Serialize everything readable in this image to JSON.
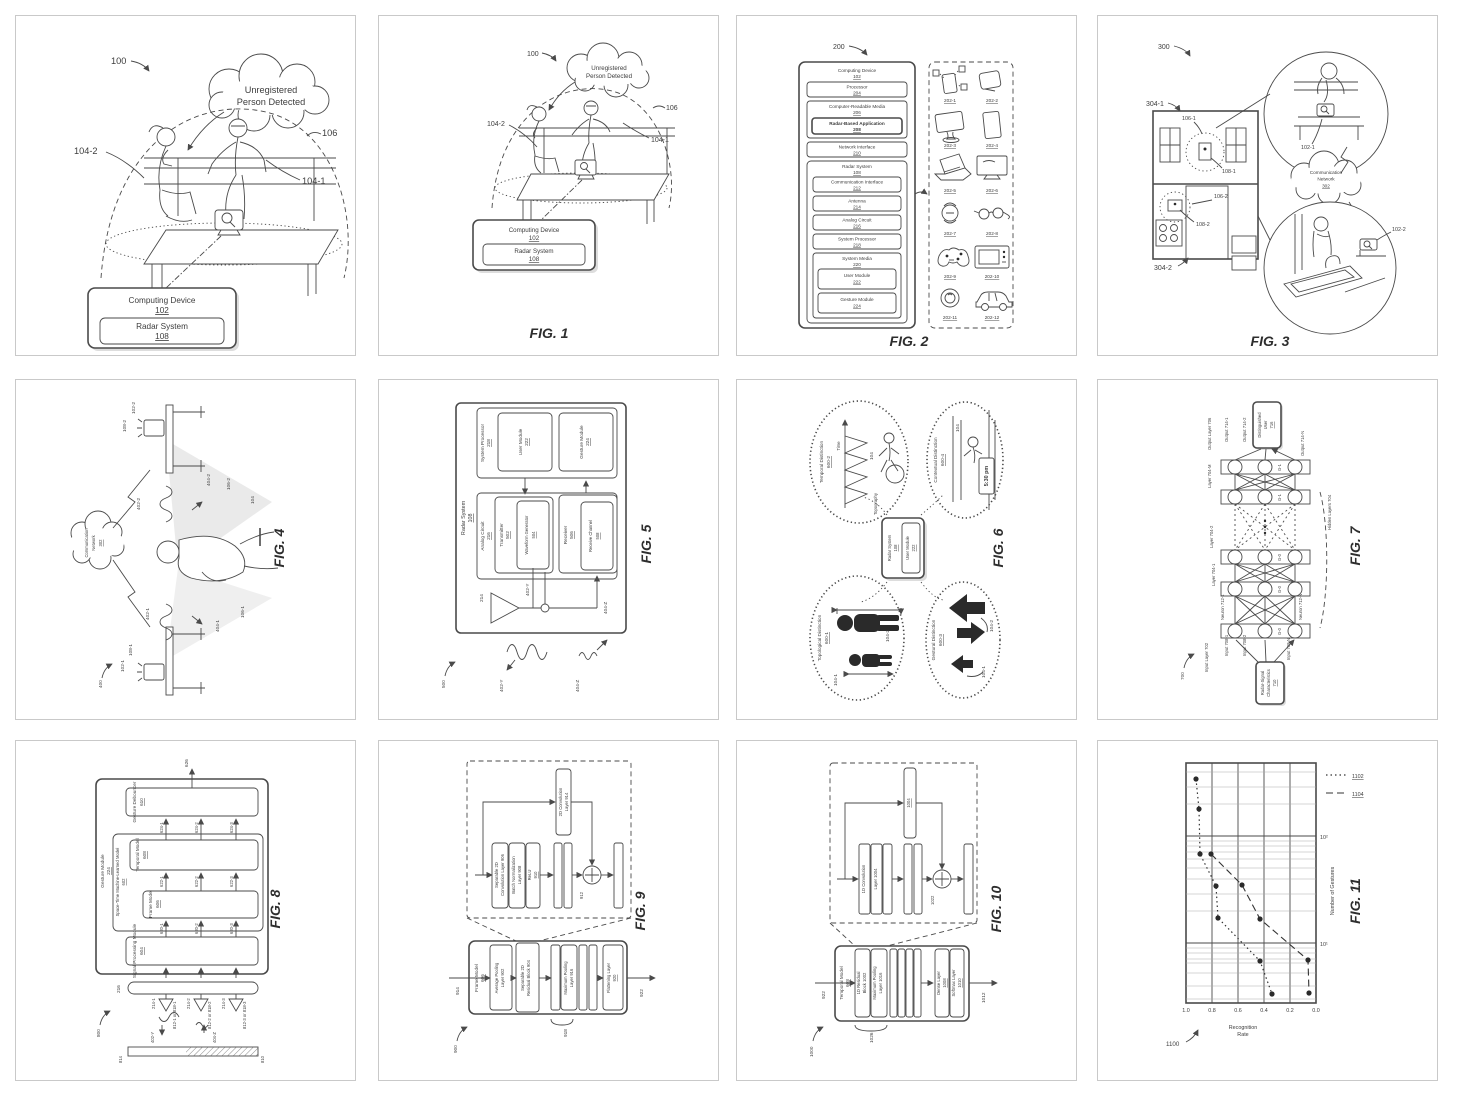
{
  "p": {
    "cover": {
      "ref": "100",
      "cloud1": "Unregistered",
      "cloud2": "Person Detected",
      "l106": "106",
      "l104_2": "104-2",
      "l104_1": "104-1",
      "box_t": "Computing Device",
      "box_n": "102",
      "inner_t": "Radar System",
      "inner_n": "108"
    },
    "fig1": {
      "cap": "FIG. 1",
      "ref": "100",
      "cloud1": "Unregistered",
      "cloud2": "Person Detected",
      "l106": "106",
      "l104_2": "104-2",
      "l104_1": "104-1",
      "box_t": "Computing Device",
      "box_n": "102",
      "inner_t": "Radar System",
      "inner_n": "108"
    },
    "fig2": {
      "cap": "FIG. 2",
      "ref": "200",
      "stack": [
        {
          "t": "Computing Device",
          "n": "102"
        },
        {
          "t": "Processor",
          "n": "204"
        },
        {
          "t": "Computer-Readable Media",
          "n": "206"
        },
        {
          "t": "Radar-Based Application",
          "n": "208"
        },
        {
          "t": "Network Interface",
          "n": "210"
        },
        {
          "t": "Radar System",
          "n": "108"
        },
        {
          "t": "Communication Interface",
          "n": "212"
        },
        {
          "t": "Antenna",
          "n": "214"
        },
        {
          "t": "Analog Circuit",
          "n": "216"
        },
        {
          "t": "System Processor",
          "n": "218"
        },
        {
          "t": "System Media",
          "n": "220"
        },
        {
          "t": "User Module",
          "n": "222"
        },
        {
          "t": "Gesture Module",
          "n": "224"
        }
      ],
      "dev": [
        "202-1",
        "202-2",
        "202-3",
        "202-4",
        "202-5",
        "202-6",
        "202-7",
        "202-8",
        "202-9",
        "202-10",
        "202-11",
        "202-12"
      ]
    },
    "fig3": {
      "cap": "FIG. 3",
      "ref": "300",
      "l304_1": "304-1",
      "l304_2": "304-2",
      "l106_1": "106-1",
      "l108_1": "108-1",
      "l106_2": "106-2",
      "l108_2": "108-2",
      "l102_1": "102-1",
      "l102_2": "102-2",
      "cloud1": "Communication",
      "cloud2": "Network",
      "cloud3": "302"
    },
    "fig4": {
      "cap": "FIG. 4",
      "ref": "400",
      "cloud1": "Communication",
      "cloud2": "Network",
      "cloud3": "302",
      "l102_1": "102-1",
      "l102_2": "102-2",
      "l108_1": "108-1",
      "l108_2": "108-2",
      "l106_1": "106-1",
      "l106_2": "106-2",
      "l402_1": "402-1",
      "l402_2": "402-2",
      "l404_1": "404-1",
      "l404_2": "404-2",
      "l104": "104"
    },
    "fig5": {
      "cap": "FIG. 5",
      "ref": "500",
      "radar_t": "Radar System",
      "radar_n": "108",
      "sp_t": "System Processor",
      "sp_n": "218",
      "um_t": "User Module",
      "um_n": "222",
      "gm_t": "Gesture Module",
      "gm_n": "224",
      "ac_t": "Analog Circuit",
      "ac_n": "216",
      "tx_t": "Transmitter",
      "tx_n": "502",
      "wg_t": "Waveform Generator",
      "wg_n": "504",
      "rx_t": "Receiver",
      "rx_n": "506",
      "rc_t": "Receive Channel",
      "rc_n": "508",
      "ant": "214",
      "w402": "402-Y",
      "w404": "404-Z",
      "w402b": "402-Y",
      "w404b": "404-Z"
    },
    "fig6": {
      "cap": "FIG. 6",
      "center_t": "Radar System",
      "center_n": "108",
      "um_t": "User Module",
      "um_n": "222",
      "e1t": "Temporal Distinction",
      "e1n": "600-2",
      "e2t": "Contextual Distinction",
      "e2n": "600-4",
      "e3t": "Topological Distinction",
      "e3n": "600-1",
      "e4t": "Gestural Distinction",
      "e4n": "600-3",
      "time": "Time",
      "topo": "Topography",
      "clock": "5:30 pm",
      "l104a": "104",
      "l104b": "104",
      "l104_1": "104-1",
      "l104_2": "104-2",
      "l104_1b": "104-1",
      "l104_2b": "104-2"
    },
    "fig7": {
      "cap": "FIG. 7",
      "ref": "700",
      "du1": "Distinguished",
      "du2": "User",
      "du3": "716",
      "out_layer": "Output Layer 706",
      "o1": "Output 714-1",
      "o2": "Output 714-2",
      "oN": "Output 714-N",
      "lM": "Layer 704-M",
      "l2": "Layer 704-2",
      "l1": "Layer 704-1",
      "hid": "Hidden Layers 704",
      "n1": "Neuron 712-1",
      "nN": "Neuron 712-N",
      "in_layer": "Input Layer 702",
      "i1": "Input 708-1",
      "i2": "Input 708-2",
      "iN": "Input 708-N",
      "rs1": "Radar-Signal",
      "rs2": "Characteristics",
      "rs3": "710",
      "tags": [
        "G-1",
        "G-1",
        "G-0",
        "G-0",
        "G-0"
      ]
    },
    "fig8": {
      "cap": "FIG. 8",
      "ref": "800",
      "gm_t": "Gesture Module",
      "gm_n": "224",
      "st_t": "Space-Time Machine-Learned Model",
      "st_n": "602",
      "gd_t": "Gesture Debouncer",
      "gd_n": "610",
      "tm_t": "Temporal Model",
      "tm_n": "608",
      "fm_t": "Frame Model",
      "fm_n": "606",
      "sp_t": "Signal Processing Module",
      "sp_n": "604",
      "out": "626",
      "a624": [
        "624-1",
        "624-2",
        "624-3"
      ],
      "a622": [
        "622-1",
        "622-2",
        "622-3"
      ],
      "a620": [
        "620-1",
        "620-2",
        "620-3"
      ],
      "pill": "216",
      "ants": [
        "214-1",
        "214-2",
        "214-3"
      ],
      "rxs": [
        "812-1 or 818-1",
        "812-2 or 818-2",
        "812-3 or 818-3"
      ],
      "w402": "402-Y",
      "w404": "404-Z",
      "bar_l": "814",
      "bar_r": "810"
    },
    "fig9": {
      "cap": "FIG. 9",
      "ref": "900",
      "in": "914",
      "out": "922",
      "fm_t": "Frame Model",
      "fm_n": "606",
      "b1a": "Average Pooling",
      "b1b": "Layer 902",
      "b2a": "Separable 2D",
      "b2b": "Residual Block 904",
      "b3a": "Maximum Pooling",
      "b3b": "Layer 916",
      "b4a": "Flattening Layer",
      "b4b": "920",
      "brace": "918",
      "d1a": "Separable 2D",
      "d1b": "Convolution Layer 906",
      "d2a": "Batch Normalization",
      "d2b": "Layer 908",
      "d3a": "ReLU",
      "d3b": "910",
      "d4a": "2D Convolution",
      "d4b": "Layer 914",
      "sum": "912"
    },
    "fig10": {
      "cap": "FIG. 10",
      "ref": "1000",
      "in": "922",
      "out": "1012",
      "tm_t": "Temporal Model",
      "tm_n": "608",
      "b1a": "1D Residual",
      "b1b": "Block 1002",
      "b2a": "Maximum Pooling",
      "b2b": "Layer 1016",
      "b3a": "Dense Layer",
      "b3b": "1008",
      "b4a": "Softmax Layer",
      "b4b": "1010",
      "brace": "1026",
      "d1a": "1D Convolution",
      "d1b": "Layer 1004",
      "skip": "1004",
      "sum": "1022"
    },
    "fig11": {
      "cap": "FIG. 11",
      "ref": "1100",
      "leg1": "1102",
      "leg2": "1104",
      "xlab": "Number of Gestures",
      "ylab1": "Recognition",
      "ylab2": "Rate",
      "t0": "1.0",
      "t1": "0.8",
      "t2": "0.6",
      "t3": "0.4",
      "t4": "0.2",
      "t5": "0.0",
      "log2": "10²",
      "log1": "10¹"
    }
  },
  "chart_data": {
    "type": "line",
    "title": "FIG. 11 gesture recognition performance",
    "xlabel": "Number of Gestures",
    "ylabel": "Recognition Rate",
    "xscale": "log",
    "xlim": [
      2,
      400
    ],
    "ylim": [
      0.0,
      1.0
    ],
    "grid": true,
    "legend_position": "right",
    "series": [
      {
        "name": "1102",
        "style": "dotted",
        "x": [
          3,
          7,
          17,
          34,
          68,
          180,
          340
        ],
        "y": [
          0.34,
          0.43,
          0.75,
          0.77,
          0.89,
          0.9,
          0.92
        ]
      },
      {
        "name": "1104",
        "style": "dashed",
        "x": [
          3,
          7,
          17,
          35,
          68
        ],
        "y": [
          0.05,
          0.06,
          0.43,
          0.57,
          0.81
        ]
      }
    ]
  }
}
